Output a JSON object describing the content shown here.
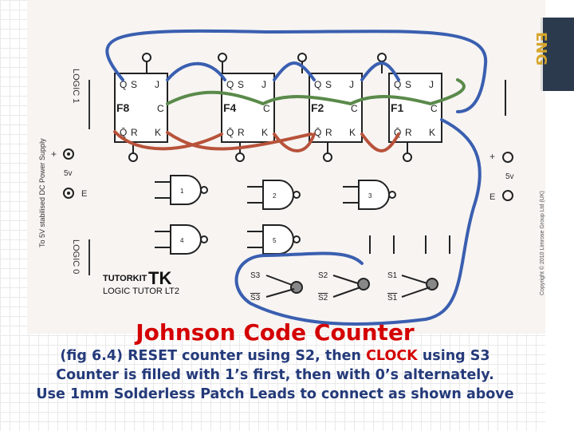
{
  "diagram": {
    "board": {
      "left_logic_top": "LOGIC 1",
      "left_logic_bottom": "LOGIC 0",
      "power_supply_label": "To 5V stabilised DC Power Supply",
      "voltage_left": "5v",
      "ground_left": "E",
      "voltage_right": "5v",
      "ground_right": "E",
      "plus_left": "+",
      "plus_right": "+",
      "brand": "TUTORKIT",
      "brand_logo": "TK",
      "product": "LOGIC TUTOR LT2",
      "copyright": "Copyright © 2010 Limrose Group Ltd (UK)",
      "flipflops": [
        {
          "name": "F8",
          "q": "Q",
          "s": "S",
          "j": "J",
          "c": "C",
          "qbar": "Q̄",
          "r": "R",
          "k": "K"
        },
        {
          "name": "F4",
          "q": "Q",
          "s": "S",
          "j": "J",
          "c": "C",
          "qbar": "Q̄",
          "r": "R",
          "k": "K"
        },
        {
          "name": "F2",
          "q": "Q",
          "s": "S",
          "j": "J",
          "c": "C",
          "qbar": "Q̄",
          "r": "R",
          "k": "K"
        },
        {
          "name": "F1",
          "q": "Q",
          "s": "S",
          "j": "J",
          "c": "C",
          "qbar": "Q̄",
          "r": "R",
          "k": "K"
        }
      ],
      "gates": [
        {
          "label": "1"
        },
        {
          "label": "2"
        },
        {
          "label": "3"
        },
        {
          "label": "4"
        },
        {
          "label": "5"
        }
      ],
      "switches": [
        {
          "name": "S3",
          "bar": "S3"
        },
        {
          "name": "S2",
          "bar": "S2"
        },
        {
          "name": "S1",
          "bar": "S1"
        }
      ]
    },
    "corner_image_text": "ENG"
  },
  "caption": {
    "title": "Johnson Code Counter",
    "line1_a": "(fig 6.4) RESET counter using S2, then ",
    "line1_b": "CLOCK",
    "line1_c": " using S3",
    "line2": "Counter is filled with 1’s first, then with 0’s alternately.",
    "line3": "Use 1mm Solderless Patch Leads to connect as shown above"
  },
  "colors": {
    "title": "#d40000",
    "caption_text": "#243a7a",
    "wire_blue": "#3a5fb0",
    "wire_green": "#5a8a4a",
    "wire_red": "#b8523a"
  }
}
